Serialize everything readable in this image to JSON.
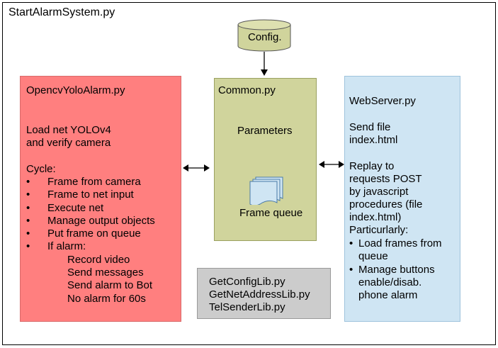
{
  "title": "StartAlarmSystem.py",
  "config": {
    "label": "Config."
  },
  "opencv": {
    "heading": "OpencvYoloAlarm.py",
    "load_line1": "Load net YOLOv4",
    "load_line2": "and verify camera",
    "cycle": "Cycle:",
    "items": [
      "Frame from camera",
      "Frame to net input",
      "Execute net",
      "Manage output objects",
      "Put frame on queue",
      "If alarm:"
    ],
    "subitems": [
      "Record video",
      "Send messages",
      "Send alarm to Bot",
      "No alarm for 60s"
    ]
  },
  "common": {
    "heading": "Common.py",
    "parameters": "Parameters",
    "frame_queue": "Frame queue",
    "icon": "stacked-pages-icon"
  },
  "webserver": {
    "heading": "WebServer.py",
    "send_lines": [
      "Send file",
      "index.html"
    ],
    "replay_lines": [
      "Replay to",
      "requests POST",
      "by javascript",
      "procedures (file",
      "index.html)",
      "Particurlarly:"
    ],
    "bullets": [
      [
        "Load frames from",
        "queue"
      ],
      [
        "Manage buttons",
        "enable/disab.",
        "phone alarm"
      ]
    ]
  },
  "libs": [
    "GetConfigLib.py",
    "GetNetAddressLib.py",
    "TelSenderLib.py"
  ],
  "colors": {
    "opencv_box": "#ff7f7f",
    "common_box": "#d0d49c",
    "webserver_box": "#cfe5f3",
    "libs_box": "#cccccc",
    "config_cylinder": "#d0d49c"
  }
}
